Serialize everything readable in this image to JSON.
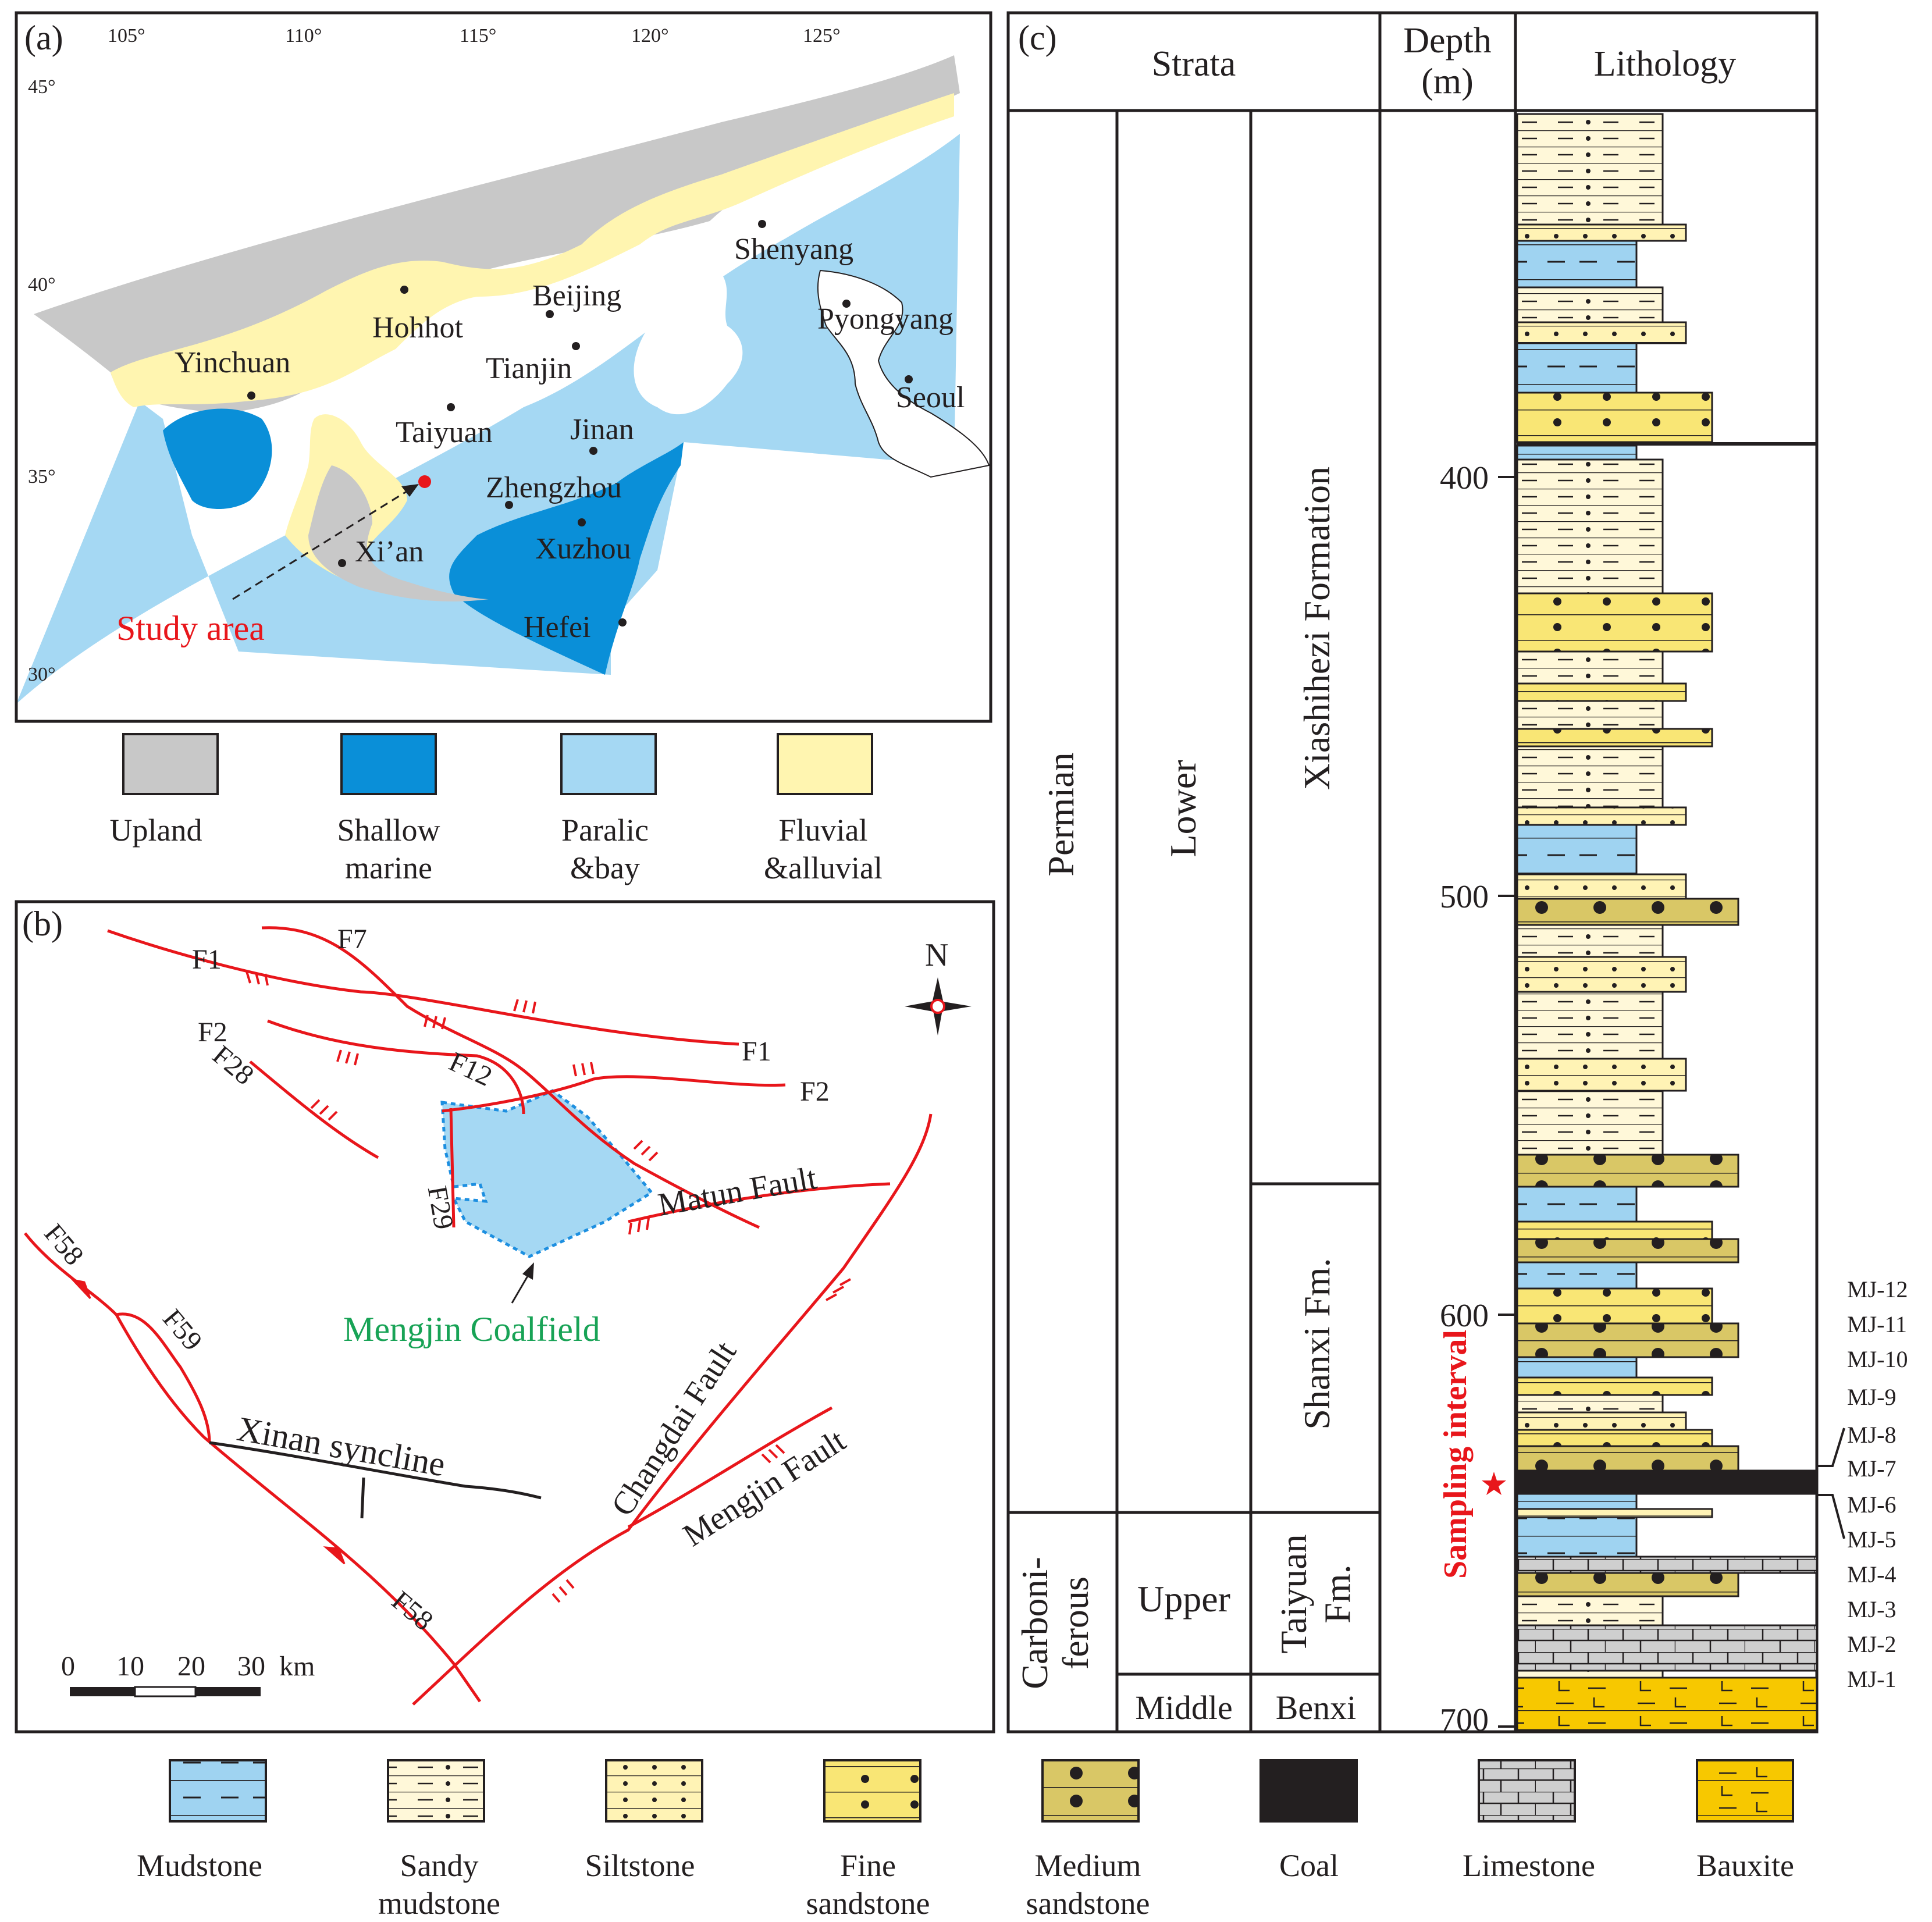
{
  "colors": {
    "upland": "#c8c8c8",
    "shallow_marine": "#0a8fd8",
    "paralic_bay": "#a5d8f3",
    "fluvial_alluvial": "#fff5b0",
    "fault_red": "#e8161b",
    "coalfield_green": "#18a356",
    "study_area_red": "#e8161b",
    "mudstone": "#9fd3f1",
    "sandy_mudstone": "#fff8d9",
    "siltstone": "#fff3b5",
    "fine_sandstone": "#f9e675",
    "medium_sandstone": "#d9c766",
    "coal": "#231f20",
    "limestone": "#cfcfcf",
    "bauxite": "#f7c800"
  },
  "panel_a": {
    "label": "(a)",
    "lon_labels": [
      "105°",
      "110°",
      "115°",
      "120°",
      "125°"
    ],
    "lat_labels": [
      "45°",
      "40°",
      "35°",
      "30°"
    ],
    "cities": [
      "Shenyang",
      "Beijing",
      "Pyongyang",
      "Hohhot",
      "Tianjin",
      "Yinchuan",
      "Seoul",
      "Taiyuan",
      "Jinan",
      "Zhengzhou",
      "Xi’an",
      "Xuzhou",
      "Hefei"
    ],
    "study_area": "Study area",
    "legend": [
      {
        "line1": "Upland",
        "line2": "",
        "icon": "upland"
      },
      {
        "line1": "Shallow",
        "line2": "marine",
        "icon": "shallow_marine"
      },
      {
        "line1": "Paralic",
        "line2": "&bay",
        "icon": "paralic_bay"
      },
      {
        "line1": "Fluvial",
        "line2": "&alluvial",
        "icon": "fluvial_alluvial"
      }
    ]
  },
  "panel_b": {
    "label": "(b)",
    "north": "N",
    "faults": [
      "F1",
      "F7",
      "F2",
      "F28",
      "F12",
      "F1",
      "F2",
      "F29",
      "F58",
      "F59",
      "F58"
    ],
    "named_faults": [
      "Matun Fault",
      "Changdai Fault",
      "Mengjin Fault"
    ],
    "syncline": "Xinan syncline",
    "coalfield": "Mengjin Coalfield",
    "scale_ticks": [
      "0",
      "10",
      "20",
      "30"
    ],
    "scale_unit": "km"
  },
  "panel_c": {
    "label": "(c)",
    "header_strata": "Strata",
    "header_depth_1": "Depth",
    "header_depth_2": "(m)",
    "header_lithology": "Lithology",
    "system_permian": "Permian",
    "system_carb_1": "Carboni-",
    "system_carb_2": "ferous",
    "series_lower": "Lower",
    "series_upper": "Upper",
    "series_middle": "Middle",
    "fm_xiashihezi": "Xiashihezi Formation",
    "fm_shanxi": "Shanxi Fm.",
    "fm_taiyuan_1": "Taiyuan",
    "fm_taiyuan_2": "Fm.",
    "fm_benxi": "Benxi",
    "depth_ticks": [
      "400",
      "500",
      "600",
      "700"
    ],
    "sampling_interval": "Sampling interval",
    "samples": [
      "MJ-12",
      "MJ-11",
      "MJ-10",
      "MJ-9",
      "MJ-8",
      "MJ-7",
      "MJ-6",
      "MJ-5",
      "MJ-4",
      "MJ-3",
      "MJ-2",
      "MJ-1"
    ],
    "lithology_legend": [
      {
        "line1": "Mudstone",
        "line2": "",
        "icon": "mudstone"
      },
      {
        "line1": "Sandy",
        "line2": "mudstone",
        "icon": "sandy_mudstone"
      },
      {
        "line1": "Siltstone",
        "line2": "",
        "icon": "siltstone"
      },
      {
        "line1": "Fine",
        "line2": "sandstone",
        "icon": "fine_sandstone"
      },
      {
        "line1": "Medium",
        "line2": "sandstone",
        "icon": "medium_sandstone"
      },
      {
        "line1": "Coal",
        "line2": "",
        "icon": "coal"
      },
      {
        "line1": "Limestone",
        "line2": "",
        "icon": "limestone"
      },
      {
        "line1": "Bauxite",
        "line2": "",
        "icon": "bauxite"
      }
    ]
  }
}
